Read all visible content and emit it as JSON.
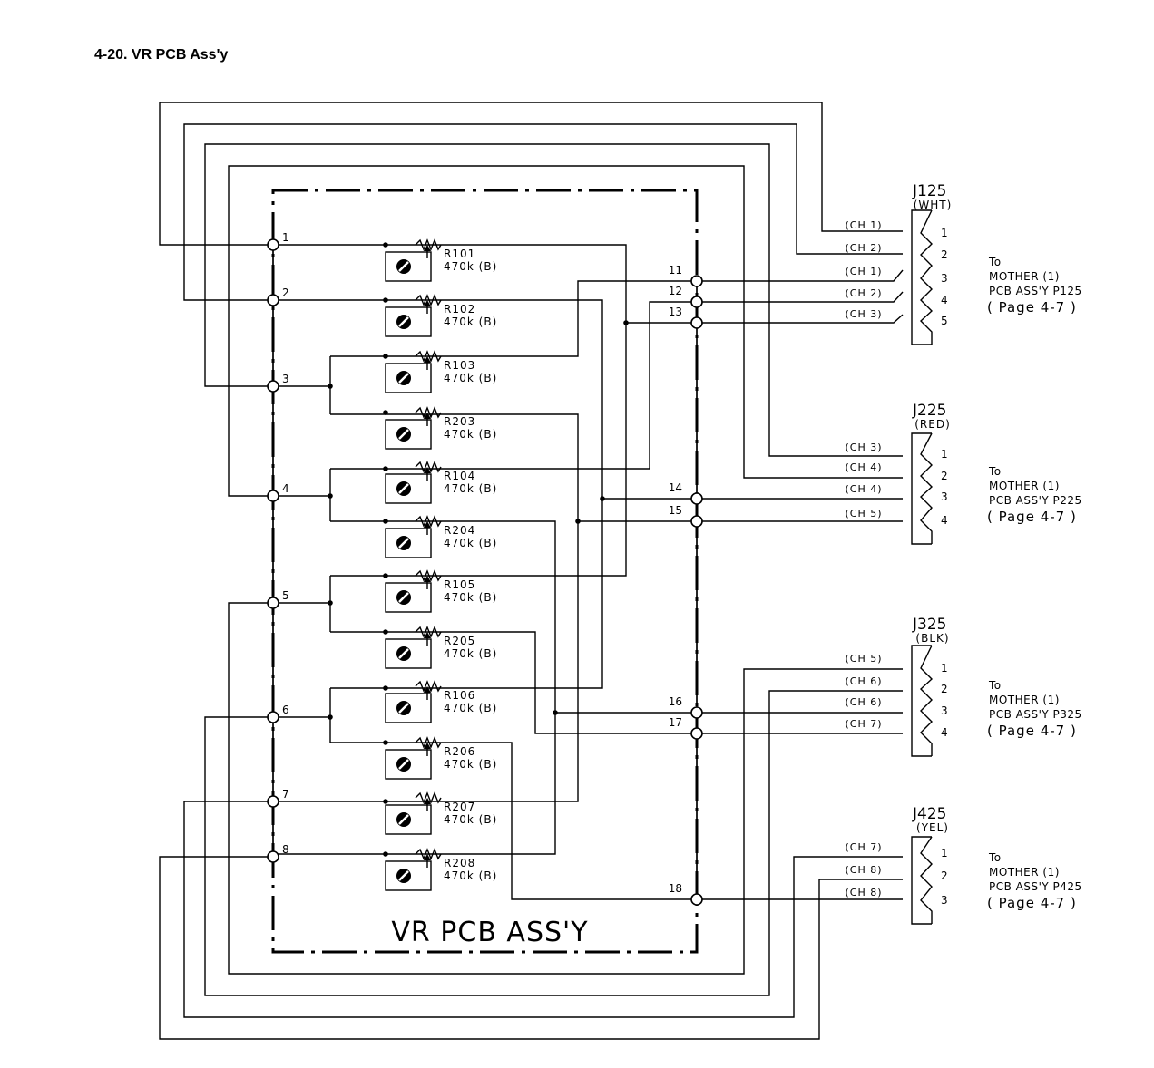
{
  "title": "4-20. VR PCB Ass'y",
  "board_label": "VR PCB ASS'Y",
  "left_nodes": [
    "1",
    "2",
    "3",
    "4",
    "5",
    "6",
    "7",
    "8"
  ],
  "right_nodes": [
    "11",
    "12",
    "13",
    "14",
    "15",
    "16",
    "17",
    "18"
  ],
  "resistors": [
    {
      "ref": "R101",
      "value": "470k (B)"
    },
    {
      "ref": "R102",
      "value": "470k (B)"
    },
    {
      "ref": "R103",
      "value": "470k (B)"
    },
    {
      "ref": "R203",
      "value": "470k (B)"
    },
    {
      "ref": "R104",
      "value": "470k (B)"
    },
    {
      "ref": "R204",
      "value": "470k (B)"
    },
    {
      "ref": "R105",
      "value": "470k (B)"
    },
    {
      "ref": "R205",
      "value": "470k (B)"
    },
    {
      "ref": "R106",
      "value": "470k (B)"
    },
    {
      "ref": "R206",
      "value": "470k (B)"
    },
    {
      "ref": "R207",
      "value": "470k (B)"
    },
    {
      "ref": "R208",
      "value": "470k (B)"
    }
  ],
  "connectors": [
    {
      "name": "J125",
      "color": "(WHT)",
      "pins": [
        "1",
        "2",
        "3",
        "4",
        "5"
      ],
      "channels": [
        "(CH 1)",
        "(CH 2)",
        "(CH 1)",
        "(CH 2)",
        "(CH 3)"
      ],
      "to": "To",
      "dest": "MOTHER (1)",
      "pcb": "PCB ASS'Y P125",
      "page": "( Page 4-7 )"
    },
    {
      "name": "J225",
      "color": "(RED)",
      "pins": [
        "1",
        "2",
        "3",
        "4"
      ],
      "channels": [
        "(CH 3)",
        "(CH 4)",
        "(CH 4)",
        "(CH 5)"
      ],
      "to": "To",
      "dest": "MOTHER (1)",
      "pcb": "PCB ASS'Y P225",
      "page": "( Page 4-7 )"
    },
    {
      "name": "J325",
      "color": "(BLK)",
      "pins": [
        "1",
        "2",
        "3",
        "4"
      ],
      "channels": [
        "(CH 5)",
        "(CH 6)",
        "(CH 6)",
        "(CH 7)"
      ],
      "to": "To",
      "dest": "MOTHER (1)",
      "pcb": "PCB ASS'Y P325",
      "page": "( Page 4-7 )"
    },
    {
      "name": "J425",
      "color": "(YEL)",
      "pins": [
        "1",
        "2",
        "3"
      ],
      "channels": [
        "(CH 7)",
        "(CH 8)",
        "(CH 8)"
      ],
      "to": "To",
      "dest": "MOTHER (1)",
      "pcb": "PCB ASS'Y P425",
      "page": "( Page 4-7 )"
    }
  ]
}
